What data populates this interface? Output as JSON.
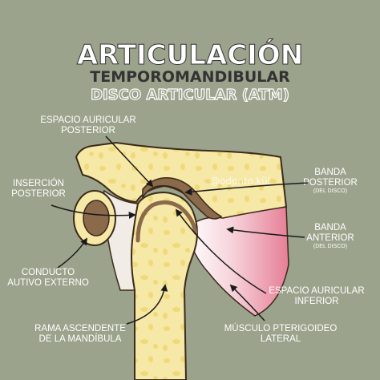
{
  "title": {
    "line1": "ARTICULACIÓN",
    "line2": "TEMPOROMANDIBULAR",
    "line3": "DISCO ARTICULAR (ATM)"
  },
  "watermark": "@odonto.kül",
  "labels": {
    "espacio_superior_1": "ESPACIO AURICULAR",
    "espacio_superior_2": "POSTERIOR",
    "insercion_1": "INSERCIÓN",
    "insercion_2": "POSTERIOR",
    "conducto_1": "CONDUCTO",
    "conducto_2": "AUTIVO EXTERNO",
    "rama_1": "RAMA ASCENDENTE",
    "rama_2": "DE LA MANDÍBULA",
    "banda_posterior_1": "BANDA",
    "banda_posterior_2": "POSTERIOR",
    "banda_posterior_sub": "(DEL DISCO)",
    "banda_anterior_1": "BANDA",
    "banda_anterior_2": "ANTERIOR",
    "banda_anterior_sub": "(DEL DISCO)",
    "espacio_inferior_1": "ESPACIO AURICULAR",
    "espacio_inferior_2": "INFERIOR",
    "musculo_1": "MÚSCULO PTERIGOIDEO",
    "musculo_2": "LATERAL"
  },
  "colors": {
    "background": "#9ba38c",
    "bone": "#f6e8a6",
    "bone_outline": "#3b2a18",
    "disc": "#8a6a4a",
    "soft_tissue": "#f1ece6",
    "muscle": "#e88fa3",
    "text": "#ffffff"
  }
}
